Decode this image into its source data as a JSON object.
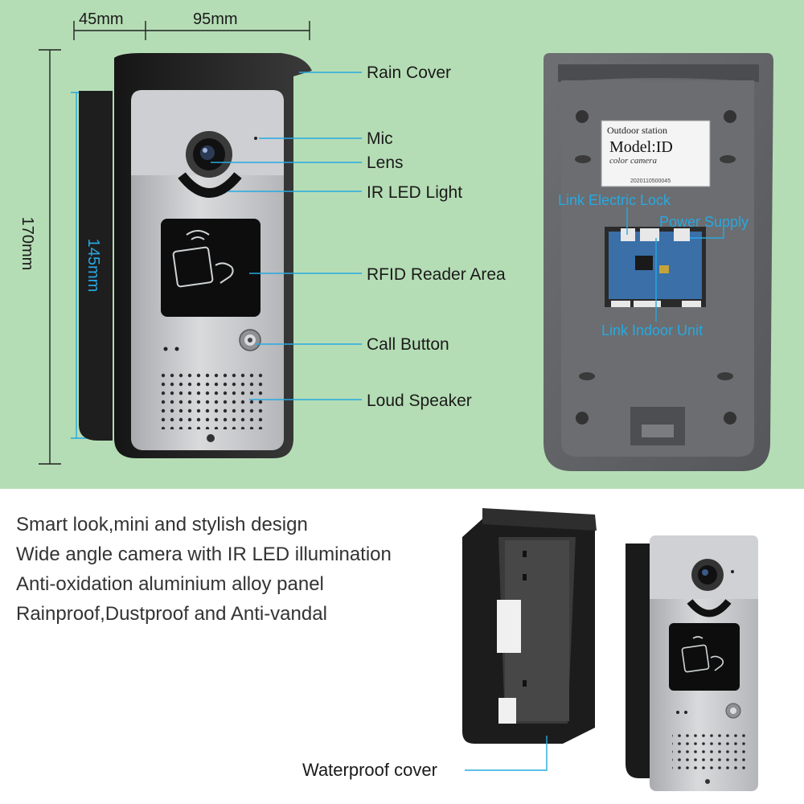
{
  "dimensions": {
    "depth": "45mm",
    "width": "95mm",
    "height": "170mm",
    "panel_height": "145mm"
  },
  "front_labels": {
    "rain_cover": "Rain Cover",
    "mic": "Mic",
    "lens": "Lens",
    "ir_led": "IR LED Light",
    "rfid": "RFID Reader Area",
    "call_button": "Call Button",
    "speaker": "Loud Speaker"
  },
  "back_labels": {
    "sticker_line1": "Outdoor station",
    "sticker_line2": "Model:ID",
    "sticker_line3": "color camera",
    "sticker_serial": "2020110500045",
    "electric_lock": "Link Electric Lock",
    "power_supply": "Power Supply",
    "indoor_unit": "Link Indoor Unit"
  },
  "features": [
    "Smart look,mini and stylish design",
    "Wide angle camera with IR LED illumination",
    "Anti-oxidation aluminium alloy panel",
    "Rainproof,Dustproof and Anti-vandal"
  ],
  "bottom_labels": {
    "waterproof_cover": "Waterproof cover"
  },
  "colors": {
    "background_top": "#b5ddb5",
    "leader_line": "#27a9e1",
    "housing": "#2a2a2a",
    "panel": "#c7c9cc"
  }
}
